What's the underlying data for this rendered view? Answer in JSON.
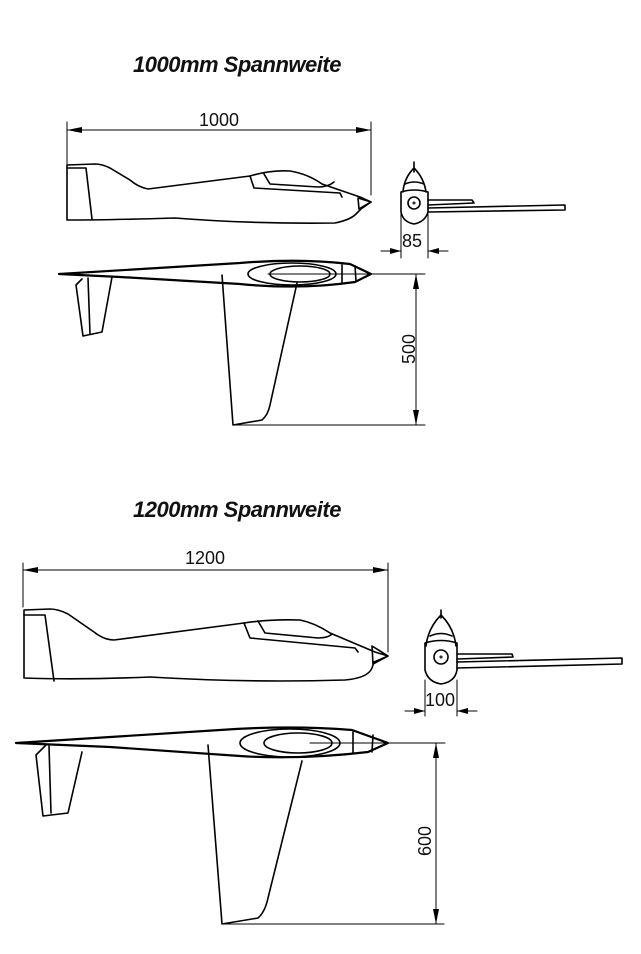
{
  "colors": {
    "background": "#ffffff",
    "line": "#000000"
  },
  "variants": [
    {
      "title": "1000mm Spannweite",
      "dimensions": {
        "length": "1000",
        "fuselage_width": "85",
        "half_span": "500"
      },
      "views": [
        "side-view",
        "front-view",
        "top-view"
      ]
    },
    {
      "title": "1200mm Spannweite",
      "dimensions": {
        "length": "1200",
        "fuselage_width": "100",
        "half_span": "600"
      },
      "views": [
        "side-view",
        "front-view",
        "top-view"
      ]
    }
  ]
}
